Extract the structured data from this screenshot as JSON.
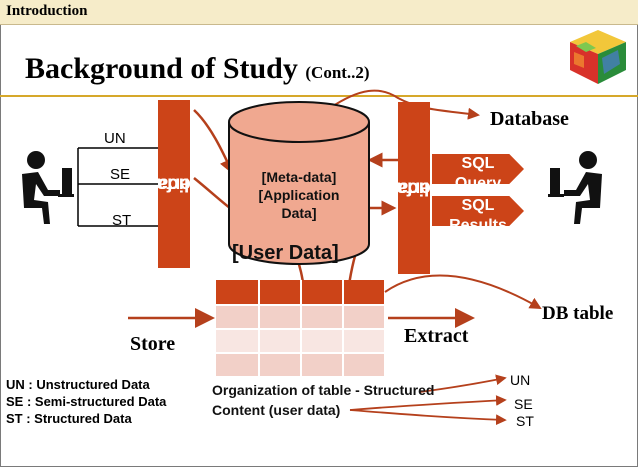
{
  "header": {
    "section": "Introduction"
  },
  "slide": {
    "title": "Background of Study",
    "subtitle": "(Cont..2)"
  },
  "left_interface": {
    "label_line1": "Application",
    "label_line2": "Interface"
  },
  "right_interface": {
    "label_line1": "Application",
    "label_line2": "Interface"
  },
  "input_labels": [
    "UN",
    "SE",
    "ST"
  ],
  "database": {
    "inner_line1": "[Meta-data]",
    "inner_line2": "[Application",
    "inner_line3": "Data]",
    "user_data": "[User Data]"
  },
  "sql_query": {
    "line1": "SQL",
    "line2": "Query"
  },
  "sql_results": {
    "line1": "SQL",
    "line2": "Results"
  },
  "labels": {
    "database": "Database",
    "db_table": "DB table",
    "store": "Store",
    "extract": "Extract"
  },
  "legend": [
    "UN : Unstructured Data",
    "SE  : Semi-structured Data",
    "ST  : Structured Data"
  ],
  "caption": {
    "line1": "Organization of  table - Structured",
    "line2": "Content (user data)"
  },
  "output_labels": [
    "UN",
    "SE",
    "ST"
  ],
  "colors": {
    "accent": "#cc4418",
    "cylinder": "#f0a890",
    "header_bg": "#f6ecc9",
    "rule": "#d6a82a",
    "arrow": "#b5401c"
  }
}
